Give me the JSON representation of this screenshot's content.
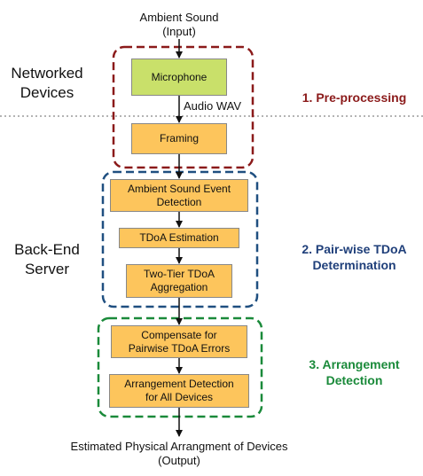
{
  "input_label": [
    "Ambient Sound",
    "(Input)"
  ],
  "output_label": [
    "Estimated Physical Arrangment of Devices",
    "(Output)"
  ],
  "side_labels": {
    "networked": [
      "Networked",
      "Devices"
    ],
    "backend": [
      "Back-End",
      "Server"
    ]
  },
  "edge_label": "Audio WAV",
  "stages": [
    {
      "label": [
        "1. Pre-processing"
      ],
      "color": "#8b1a1a"
    },
    {
      "label": [
        "2. Pair-wise TDoA",
        "Determination"
      ],
      "color": "#1f3f7a"
    },
    {
      "label": [
        "3. Arrangement",
        "Detection"
      ],
      "color": "#1a8a3a"
    }
  ],
  "boxes": [
    {
      "id": "microphone",
      "text": [
        "Microphone"
      ],
      "fill": "#c9e06a"
    },
    {
      "id": "framing",
      "text": [
        "Framing"
      ],
      "fill": "#fdc55c"
    },
    {
      "id": "event-detection",
      "text": [
        "Ambient Sound Event",
        "Detection"
      ],
      "fill": "#fdc55c"
    },
    {
      "id": "tdoa-estimation",
      "text": [
        "TDoA Estimation"
      ],
      "fill": "#fdc55c"
    },
    {
      "id": "tdoa-aggregation",
      "text": [
        "Two-Tier TDoA",
        "Aggregation"
      ],
      "fill": "#fdc55c"
    },
    {
      "id": "compensate",
      "text": [
        "Compensate for",
        "Pairwise TDoA Errors"
      ],
      "fill": "#fdc55c"
    },
    {
      "id": "arrangement-detection",
      "text": [
        "Arrangement Detection",
        "for All Devices"
      ],
      "fill": "#fdc55c"
    }
  ]
}
